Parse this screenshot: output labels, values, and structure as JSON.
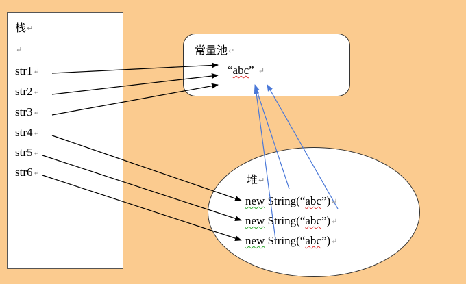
{
  "mark": "↵",
  "stack": {
    "title": "栈",
    "vars": [
      "str1",
      "str2",
      "str3",
      "str4",
      "str5",
      "str6"
    ]
  },
  "pool": {
    "title": "常量池",
    "literal_open": "“",
    "literal": "abc",
    "literal_close": "”"
  },
  "heap": {
    "title": "堆",
    "obj_new": "new",
    "obj_type": " String(“",
    "obj_lit": "abc",
    "obj_close": "”)"
  },
  "colors": {
    "background": "#FBCB8F",
    "black_arrow": "#000000",
    "blue_arrow": "#4A78D8"
  }
}
